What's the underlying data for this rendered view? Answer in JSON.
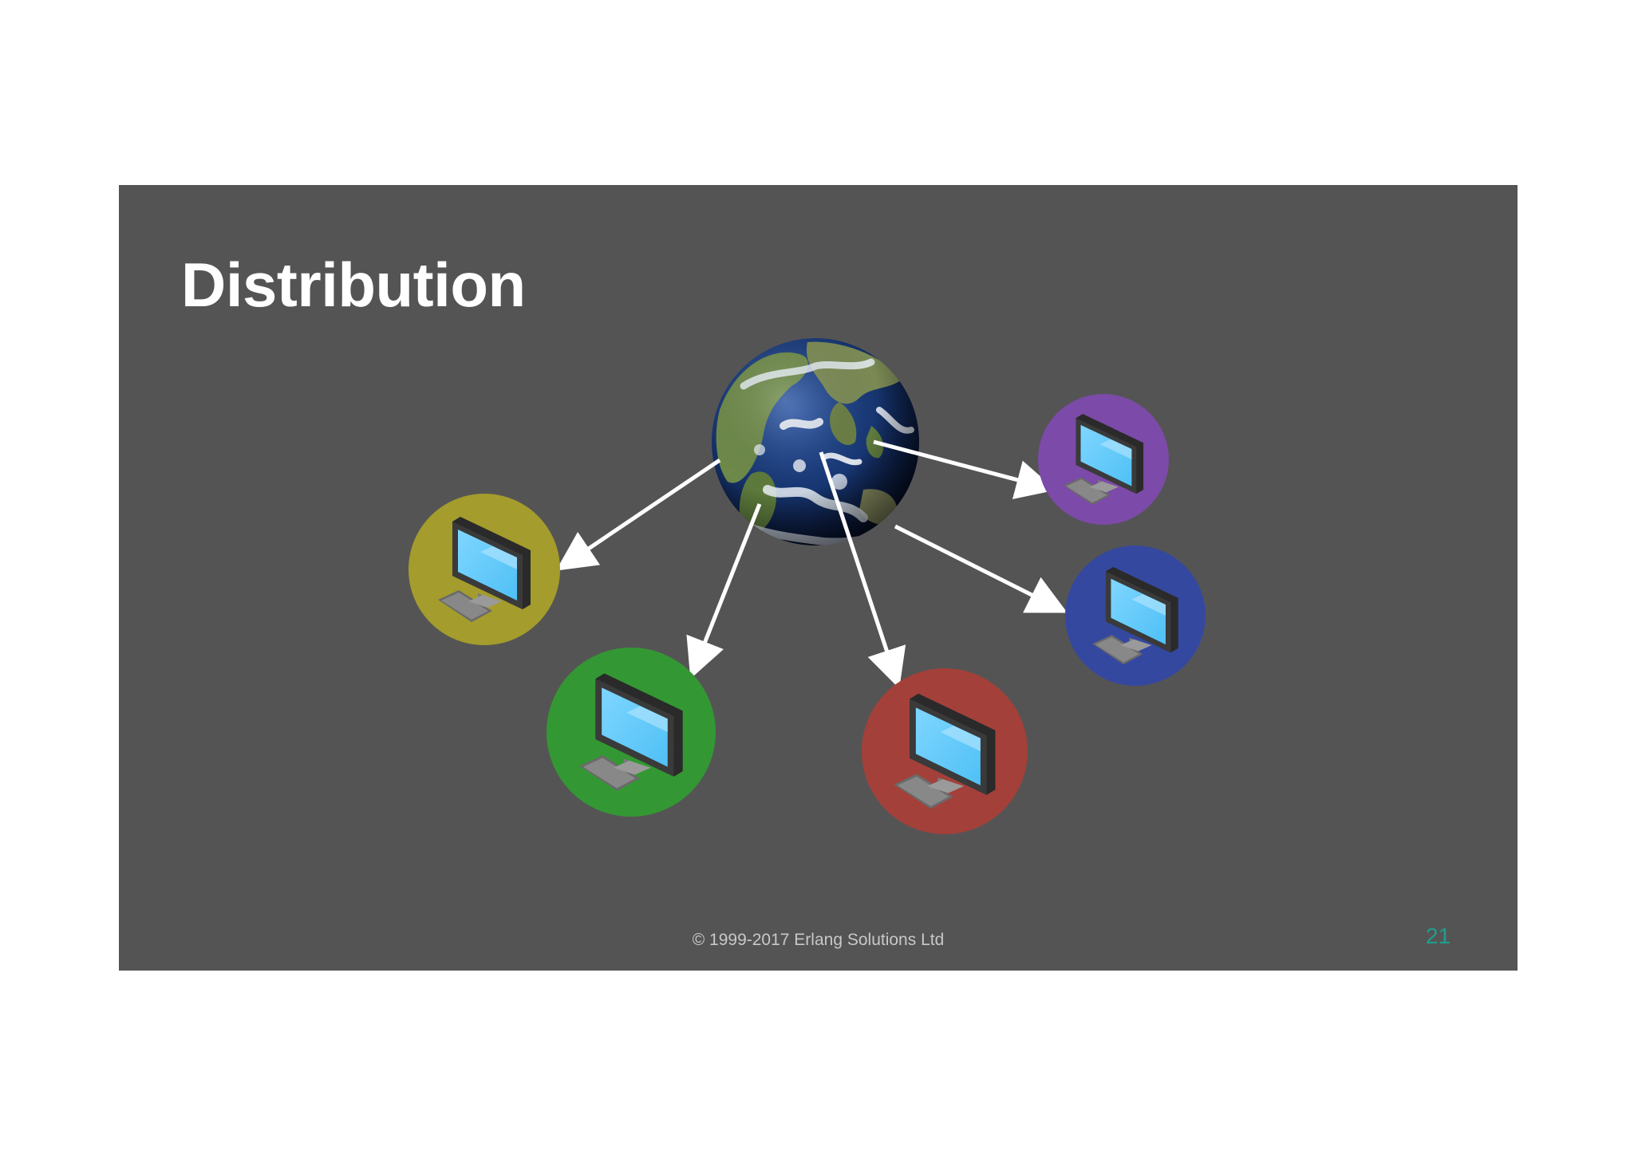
{
  "slide": {
    "title": "Distribution",
    "footer": "© 1999-2017 Erlang Solutions Ltd",
    "page_number": "21",
    "background_color": "#555455",
    "page_number_color": "#1e9e8c"
  },
  "diagram": {
    "hub_icon": "earth-globe-icon",
    "node_icon": "desktop-computer-icon",
    "arrow_color": "#ffffff",
    "nodes": [
      {
        "name": "computer-node-olive",
        "color": "#a49c2c"
      },
      {
        "name": "computer-node-green",
        "color": "#339833"
      },
      {
        "name": "computer-node-red",
        "color": "#a3403a"
      },
      {
        "name": "computer-node-purple",
        "color": "#7c4aa8"
      },
      {
        "name": "computer-node-blue",
        "color": "#3548a0"
      }
    ]
  }
}
